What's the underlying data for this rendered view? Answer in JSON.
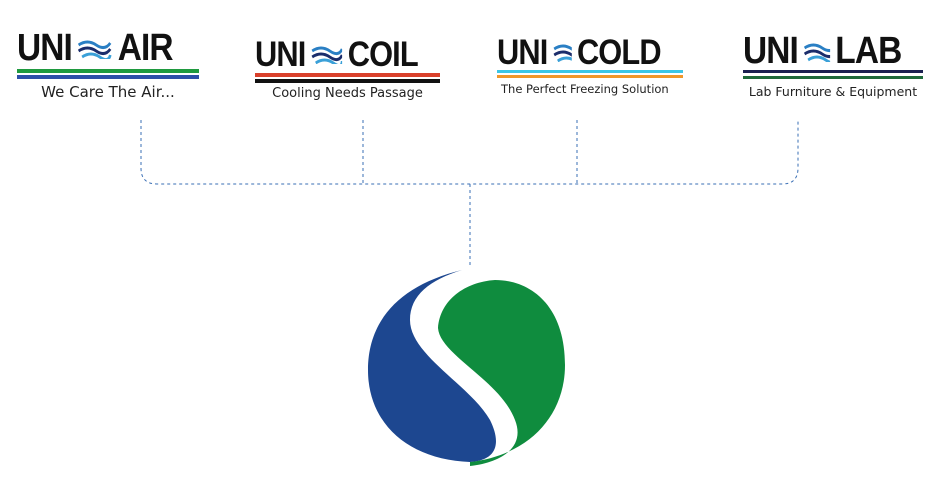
{
  "brands": [
    {
      "name_prefix": "UNI",
      "name_suffix": "AIR",
      "tagline": "We Care The Air...",
      "bar_colors": [
        "#1f9a3f",
        "#2d4fa8"
      ]
    },
    {
      "name_prefix": "UNI",
      "name_suffix": "COIL",
      "tagline": "Cooling Needs Passage",
      "bar_colors": [
        "#d9402b",
        "#111111"
      ]
    },
    {
      "name_prefix": "UNI",
      "name_suffix": "COLD",
      "tagline": "The Perfect Freezing Solution",
      "bar_colors": [
        "#3cc6e6",
        "#f0972a"
      ]
    },
    {
      "name_prefix": "UNI",
      "name_suffix": "LAB",
      "tagline": "Lab Furniture & Equipment",
      "bar_colors": [
        "#1b2050",
        "#1f6a3a"
      ]
    }
  ],
  "colors": {
    "connector": "#3a6fb5",
    "parent_blue": "#1d4790",
    "parent_green": "#0f8c3e"
  }
}
